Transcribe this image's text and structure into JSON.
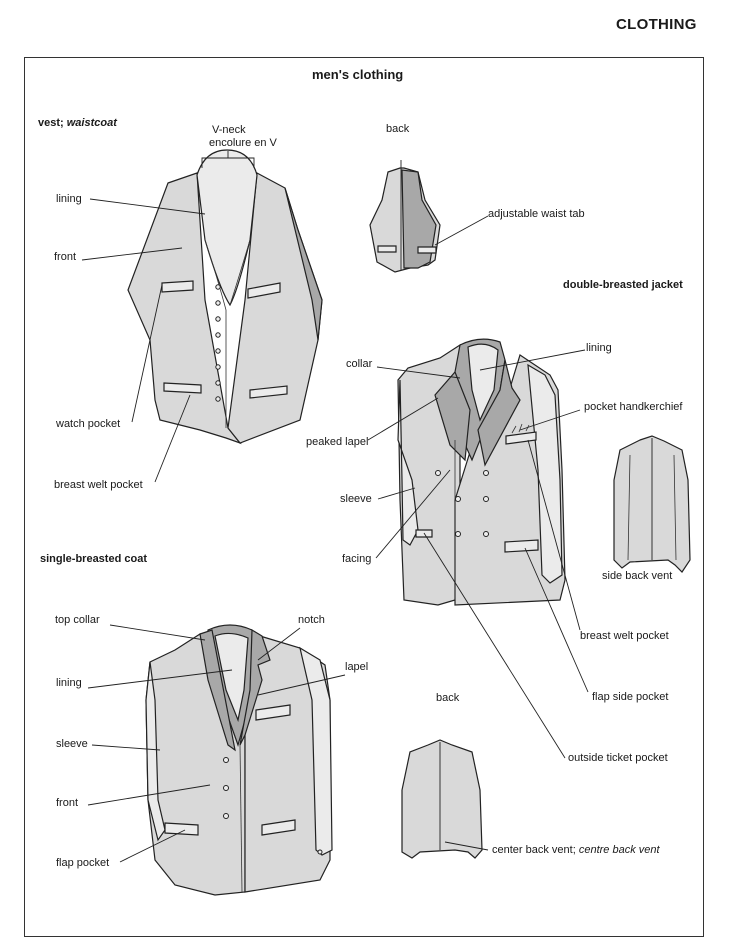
{
  "header": {
    "section": "CLOTHING"
  },
  "title": "men's clothing",
  "vest": {
    "heading_a": "vest; ",
    "heading_b": "waistcoat",
    "vneck_1": "V-neck",
    "vneck_2": "encolure en V",
    "back": "back",
    "lining": "lining",
    "front": "front",
    "adjustable": "adjustable waist tab",
    "watch": "watch pocket",
    "breast": "breast welt pocket"
  },
  "double": {
    "heading": "double-breasted jacket",
    "collar": "collar",
    "lining": "lining",
    "hanky": "pocket handkerchief",
    "peaked": "peaked lapel",
    "sleeve": "sleeve",
    "facing": "facing",
    "sideback": "side back vent",
    "breast": "breast welt pocket",
    "flapside": "flap side pocket",
    "ticket": "outside ticket pocket"
  },
  "single": {
    "heading": "single-breasted coat",
    "topcollar": "top collar",
    "notch": "notch",
    "lapel": "lapel",
    "lining": "lining",
    "sleeve": "sleeve",
    "front": "front",
    "flap": "flap pocket",
    "back": "back",
    "vent_a": "center back vent; ",
    "vent_b": "centre back vent"
  }
}
